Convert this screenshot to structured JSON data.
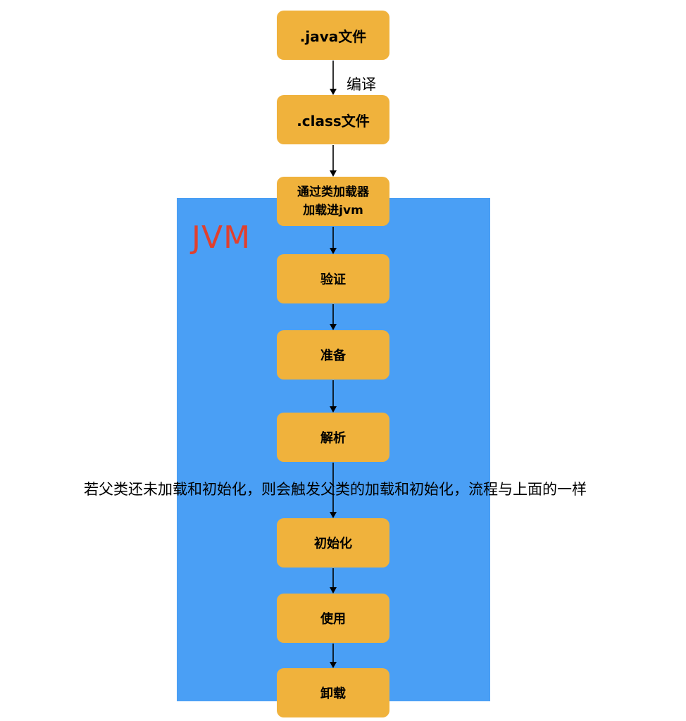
{
  "region": {
    "label": "JVM",
    "fill_color": "#4a9ff5",
    "label_color": "#e0402e"
  },
  "nodes": {
    "java_file": ".java文件",
    "class_file": ".class文件",
    "class_loader": "通过类加载器\n加载进jvm",
    "verify": "验证",
    "prepare": "准备",
    "resolve": "解析",
    "initialize": "初始化",
    "use": "使用",
    "unload": "卸载"
  },
  "edges": {
    "compile_label": "编译"
  },
  "annotation": {
    "note": "若父类还未加载和初始化，则会触发父类的加载和初始化，流程与上面的一样"
  },
  "colors": {
    "node_fill": "#f0b23c",
    "arrow": "#000000"
  }
}
